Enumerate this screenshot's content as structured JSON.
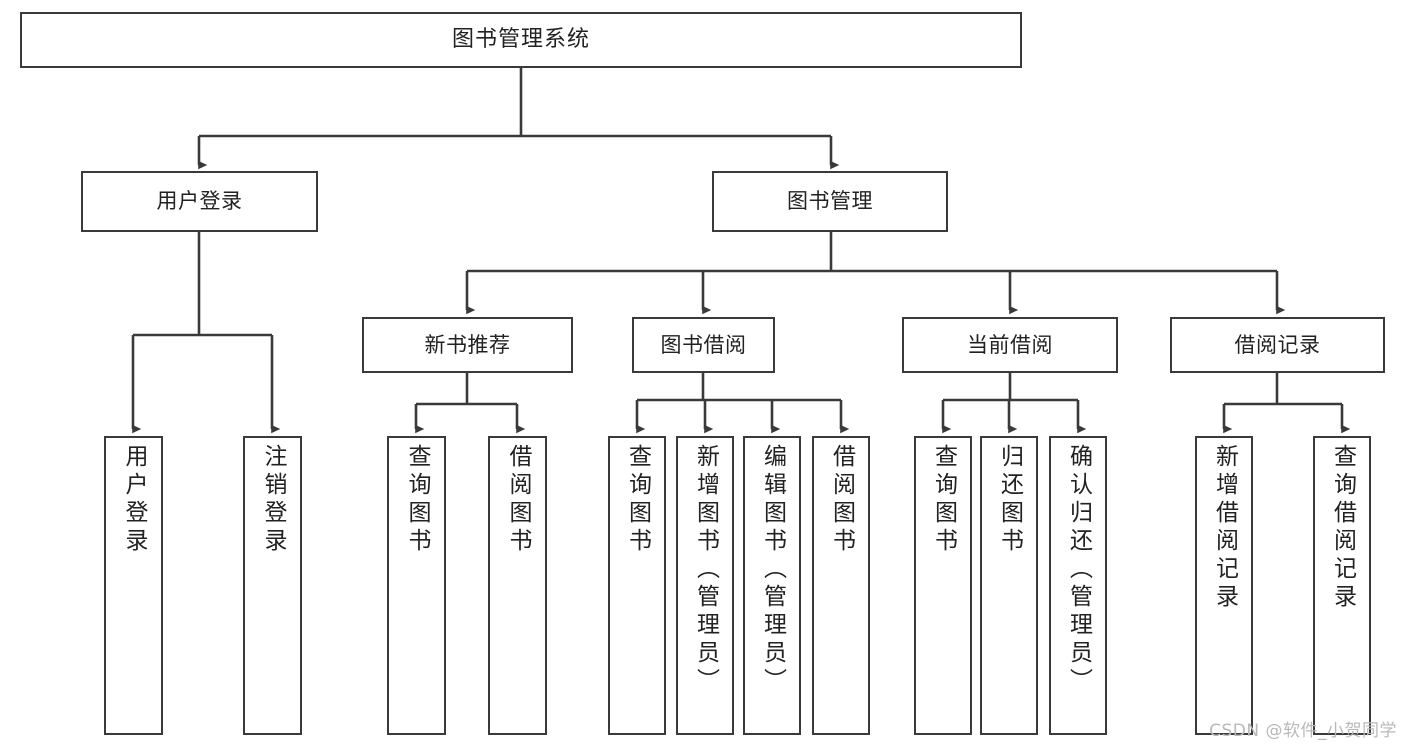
{
  "diagram": {
    "type": "tree-hierarchy-chart",
    "title": "图书管理系统",
    "watermark": "CSDN @软件_小贺同学",
    "colors": {
      "stroke": "#3a3a3a",
      "background": "#ffffff",
      "text": "#222222",
      "watermark": "#b9b9b9"
    },
    "root": {
      "label": "图书管理系统"
    },
    "level1": [
      {
        "label": "用户登录"
      },
      {
        "label": "图书管理"
      }
    ],
    "level2": [
      {
        "label": "新书推荐"
      },
      {
        "label": "图书借阅"
      },
      {
        "label": "当前借阅"
      },
      {
        "label": "借阅记录"
      }
    ],
    "leaves": {
      "user_login": [
        {
          "label": "用户登录"
        },
        {
          "label": "注销登录"
        }
      ],
      "new_book_recommend": [
        {
          "label": "查询图书"
        },
        {
          "label": "借阅图书"
        }
      ],
      "book_borrow": [
        {
          "label": "查询图书"
        },
        {
          "label": "新增图书（管理员）"
        },
        {
          "label": "编辑图书（管理员）"
        },
        {
          "label": "借阅图书"
        }
      ],
      "current_borrow": [
        {
          "label": "查询图书"
        },
        {
          "label": "归还图书"
        },
        {
          "label": "确认归还（管理员）"
        }
      ],
      "borrow_record": [
        {
          "label": "新增借阅记录"
        },
        {
          "label": "查询借阅记录"
        }
      ]
    }
  }
}
